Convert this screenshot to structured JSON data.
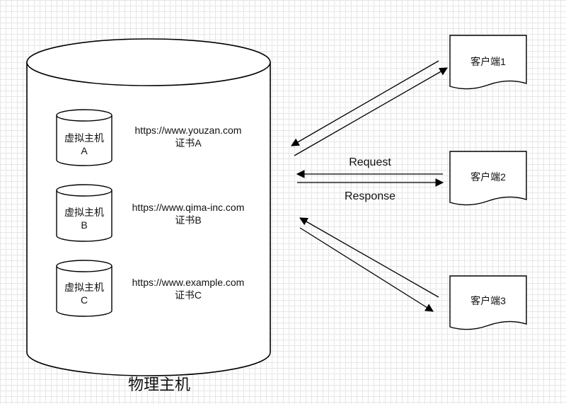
{
  "physical_host": {
    "label": "物理主机",
    "virtual_hosts": [
      {
        "name_line1": "虚拟主机",
        "name_line2": "A",
        "url": "https://www.youzan.com",
        "cert": "证书A"
      },
      {
        "name_line1": "虚拟主机",
        "name_line2": "B",
        "url": "https://www.qima-inc.com",
        "cert": "证书B"
      },
      {
        "name_line1": "虚拟主机",
        "name_line2": "C",
        "url": "https://www.example.com",
        "cert": "证书C"
      }
    ]
  },
  "clients": [
    {
      "label": "客户端1"
    },
    {
      "label": "客户端2"
    },
    {
      "label": "客户端3"
    }
  ],
  "edges": {
    "request_label": "Request",
    "response_label": "Response"
  },
  "colors": {
    "stroke": "#000000",
    "fill": "#ffffff",
    "grid": "#e6e6e6"
  }
}
